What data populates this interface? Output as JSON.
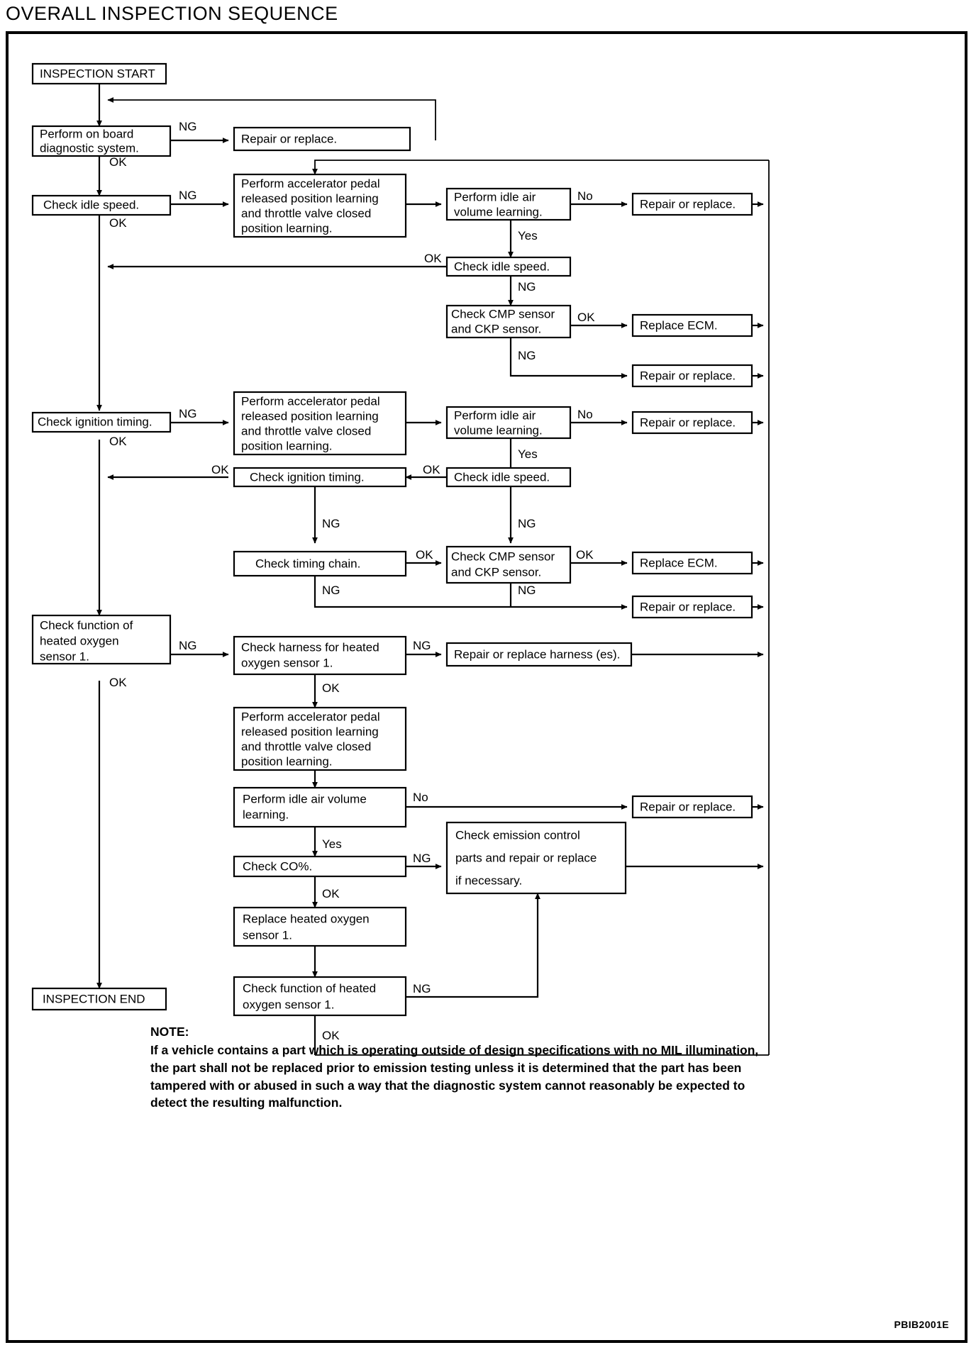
{
  "page": {
    "title": "OVERALL INSPECTION SEQUENCE",
    "figure_code": "PBIB2001E"
  },
  "note": {
    "heading": "NOTE:",
    "lines": [
      "If a vehicle contains a part which is operating outside of design specifications with no MIL illumination,",
      "the part shall not be replaced prior to emission testing unless it is determined that the part has been",
      "tampered with or abused in such a way that the diagnostic system cannot reasonably be expected to",
      "detect the resulting malfunction."
    ]
  },
  "chart_data": {
    "type": "flowchart",
    "title": "OVERALL INSPECTION SEQUENCE",
    "nodes": [
      {
        "id": "start",
        "label": "INSPECTION START"
      },
      {
        "id": "obd",
        "label": "Perform on board diagnostic system."
      },
      {
        "id": "rr1",
        "label": "Repair or replace."
      },
      {
        "id": "idle1",
        "label": "Check idle speed."
      },
      {
        "id": "learn1",
        "label": "Perform accelerator pedal released position learning and throttle valve closed position learning."
      },
      {
        "id": "iavl1",
        "label": "Perform idle air volume learning."
      },
      {
        "id": "rr2",
        "label": "Repair or replace."
      },
      {
        "id": "idle2",
        "label": "Check idle speed."
      },
      {
        "id": "cmp1",
        "label": "Check CMP sensor and CKP sensor."
      },
      {
        "id": "ecm1",
        "label": "Replace ECM."
      },
      {
        "id": "rr3",
        "label": "Repair or replace."
      },
      {
        "id": "ign1",
        "label": "Check ignition timing."
      },
      {
        "id": "learn2",
        "label": "Perform accelerator pedal released position learning and throttle valve closed position learning."
      },
      {
        "id": "iavl2",
        "label": "Perform idle air volume learning."
      },
      {
        "id": "rr4",
        "label": "Repair or replace."
      },
      {
        "id": "idle3",
        "label": "Check idle speed."
      },
      {
        "id": "ign2",
        "label": "Check ignition timing."
      },
      {
        "id": "chain",
        "label": "Check timing chain."
      },
      {
        "id": "cmp2",
        "label": "Check CMP sensor and CKP sensor."
      },
      {
        "id": "ecm2",
        "label": "Replace ECM."
      },
      {
        "id": "rr5",
        "label": "Repair or replace."
      },
      {
        "id": "ho2func1",
        "label": "Check function of heated oxygen sensor 1."
      },
      {
        "id": "harness",
        "label": "Check harness for heated oxygen sensor 1."
      },
      {
        "id": "rrharness",
        "label": "Repair or replace harness (es)."
      },
      {
        "id": "learn3",
        "label": "Perform accelerator pedal released position learning and throttle valve closed position learning."
      },
      {
        "id": "iavl3",
        "label": "Perform idle air volume learning."
      },
      {
        "id": "rr6",
        "label": "Repair or replace."
      },
      {
        "id": "co",
        "label": "Check CO%."
      },
      {
        "id": "emission",
        "label": "Check emission control parts and repair or replace if necessary."
      },
      {
        "id": "replaceho2",
        "label": "Replace heated oxygen sensor 1."
      },
      {
        "id": "ho2func2",
        "label": "Check function of heated oxygen sensor 1."
      },
      {
        "id": "end",
        "label": "INSPECTION END"
      }
    ],
    "edge_labels": {
      "ng": "NG",
      "ok": "OK",
      "no": "No",
      "yes": "Yes"
    },
    "edges": [
      {
        "from": "start",
        "to": "obd",
        "label": ""
      },
      {
        "from": "obd",
        "to": "rr1",
        "label": "NG"
      },
      {
        "from": "obd",
        "to": "idle1",
        "label": "OK"
      },
      {
        "from": "idle1",
        "to": "learn1",
        "label": "NG"
      },
      {
        "from": "idle1",
        "to": "ign1",
        "label": "OK"
      },
      {
        "from": "learn1",
        "to": "iavl1",
        "label": ""
      },
      {
        "from": "iavl1",
        "to": "rr2",
        "label": "No"
      },
      {
        "from": "iavl1",
        "to": "idle2",
        "label": "Yes"
      },
      {
        "from": "idle2",
        "to": "ign1",
        "label": "OK"
      },
      {
        "from": "idle2",
        "to": "cmp1",
        "label": "NG"
      },
      {
        "from": "cmp1",
        "to": "ecm1",
        "label": "OK"
      },
      {
        "from": "cmp1",
        "to": "rr3",
        "label": "NG"
      },
      {
        "from": "ign1",
        "to": "learn2",
        "label": "NG"
      },
      {
        "from": "ign1",
        "to": "ho2func1",
        "label": "OK"
      },
      {
        "from": "learn2",
        "to": "iavl2",
        "label": ""
      },
      {
        "from": "iavl2",
        "to": "rr4",
        "label": "No"
      },
      {
        "from": "iavl2",
        "to": "idle3",
        "label": "Yes"
      },
      {
        "from": "idle3",
        "to": "ign2",
        "label": "OK"
      },
      {
        "from": "idle3",
        "to": "cmp2",
        "label": "NG"
      },
      {
        "from": "ign2",
        "to": "ho2func1",
        "label": "OK"
      },
      {
        "from": "ign2",
        "to": "chain",
        "label": "NG"
      },
      {
        "from": "chain",
        "to": "cmp2",
        "label": "OK"
      },
      {
        "from": "chain",
        "to": "rr5",
        "label": "NG"
      },
      {
        "from": "cmp2",
        "to": "ecm2",
        "label": "OK"
      },
      {
        "from": "cmp2",
        "to": "rr5",
        "label": "NG"
      },
      {
        "from": "ho2func1",
        "to": "harness",
        "label": "NG"
      },
      {
        "from": "ho2func1",
        "to": "end",
        "label": "OK"
      },
      {
        "from": "harness",
        "to": "rrharness",
        "label": "NG"
      },
      {
        "from": "harness",
        "to": "learn3",
        "label": "OK"
      },
      {
        "from": "learn3",
        "to": "iavl3",
        "label": ""
      },
      {
        "from": "iavl3",
        "to": "rr6",
        "label": "No"
      },
      {
        "from": "iavl3",
        "to": "co",
        "label": "Yes"
      },
      {
        "from": "co",
        "to": "emission",
        "label": "NG"
      },
      {
        "from": "co",
        "to": "replaceho2",
        "label": "OK"
      },
      {
        "from": "replaceho2",
        "to": "ho2func2",
        "label": ""
      },
      {
        "from": "ho2func2",
        "to": "emission",
        "label": "NG"
      },
      {
        "from": "ho2func2",
        "to": "start",
        "label": "OK"
      }
    ]
  }
}
